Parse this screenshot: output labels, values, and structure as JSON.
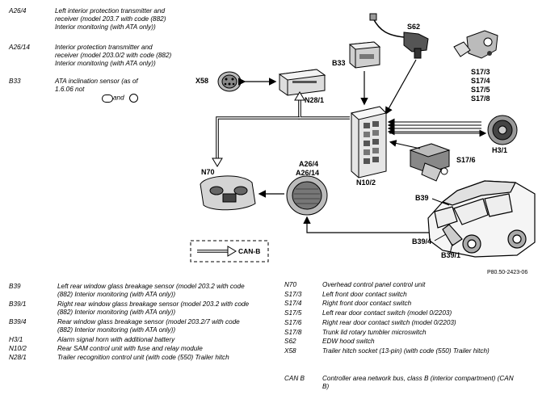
{
  "legend_top": [
    {
      "code": "A26/4",
      "desc": "Left interior protection transmitter and receiver (model 203.7 with code (882) Interior monitoring (with ATA only))"
    },
    {
      "code": "A26/14",
      "desc": "Interior protection transmitter and receiver (model 203.0/2 with code (882) Interior monitoring (with ATA only))"
    },
    {
      "code": "B33",
      "desc": "ATA inclination sensor (as of 1.6.06 not",
      "tail": "and"
    }
  ],
  "labels": {
    "x58": "X58",
    "n28_1": "N28/1",
    "b33": "B33",
    "s62": "S62",
    "s17_3": "S17/3",
    "s17_4": "S17/4",
    "s17_5": "S17/5",
    "s17_8": "S17/8",
    "h3_1": "H3/1",
    "s17_6": "S17/6",
    "n10_2": "N10/2",
    "n70": "N70",
    "a26_4": "A26/4",
    "a26_14": "A26/14",
    "b39": "B39",
    "b39_4": "B39/4",
    "b39_1": "B39/1",
    "can_b": "CAN-B"
  },
  "figure_ref": "P80.50-2423-06",
  "legend_bottom_left": [
    {
      "code": "B39",
      "desc": "Left rear window glass breakage sensor (model 203.2 with code (882) Interior monitoring (with ATA only))"
    },
    {
      "code": "B39/1",
      "desc": "Right rear window glass breakage sensor (model 203.2 with code (882) Interior monitoring (with ATA only))"
    },
    {
      "code": "B39/4",
      "desc": "Rear window glass breakage sensor (model 203.2/7 with code (882) Interior monitoring (with ATA only))"
    },
    {
      "code": "H3/1",
      "desc": "Alarm signal horn with additional battery"
    },
    {
      "code": "N10/2",
      "desc": "Rear SAM control unit with fuse and relay module"
    },
    {
      "code": "N28/1",
      "desc": "Trailer recognition control unit (with code (550) Trailer hitch"
    }
  ],
  "legend_bottom_right": [
    {
      "code": "N70",
      "desc": "Overhead control panel control unit"
    },
    {
      "code": "S17/3",
      "desc": "Left front door contact switch"
    },
    {
      "code": "S17/4",
      "desc": "Right front door contact switch"
    },
    {
      "code": "S17/5",
      "desc": "Left rear door contact switch (model 0/2203)"
    },
    {
      "code": "S17/6",
      "desc": "Right rear door contact switch (model 0/2203)"
    },
    {
      "code": "S17/8",
      "desc": "Trunk lid rotary tumbler microswitch"
    },
    {
      "code": "S62",
      "desc": "EDW hood switch"
    },
    {
      "code": "X58",
      "desc": "Trailer hitch socket (13-pin) (with code (550) Trailer hitch)"
    },
    {
      "code": "CAN B",
      "desc": "Controller area network bus, class B (interior compartment) (CAN B)"
    }
  ],
  "colors": {
    "ink": "#000000",
    "component_fill": "#d8d8d8",
    "component_dark": "#6a6a6a"
  }
}
